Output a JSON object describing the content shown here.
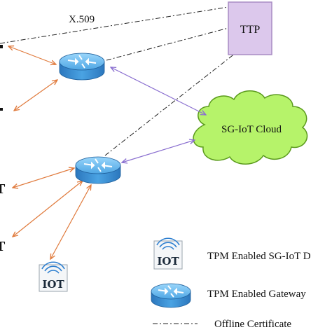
{
  "diagram": {
    "x509_label": "X.509",
    "ttp_label": "TTP",
    "cloud_label": "SG-IoT Cloud",
    "iot_icon_text": "IOT",
    "left_edge_labels": [
      "T",
      "T"
    ],
    "legend": {
      "iot_device_label": "TPM Enabled  SG-IoT D",
      "gateway_label": "TPM Enabled  Gateway",
      "offline_label": "Offline Certificate"
    },
    "colors": {
      "ttp_fill": "#dcc8ec",
      "ttp_border": "#a88cc4",
      "cloud_fill": "#b6f36a",
      "cloud_stroke": "#5a9a1c",
      "router_body": "#3a8fd4",
      "router_top": "#7cc4f4",
      "orange_arrow": "#e07a3c",
      "purple_arrow": "#8a6fd0",
      "dashdot": "#222222"
    }
  }
}
